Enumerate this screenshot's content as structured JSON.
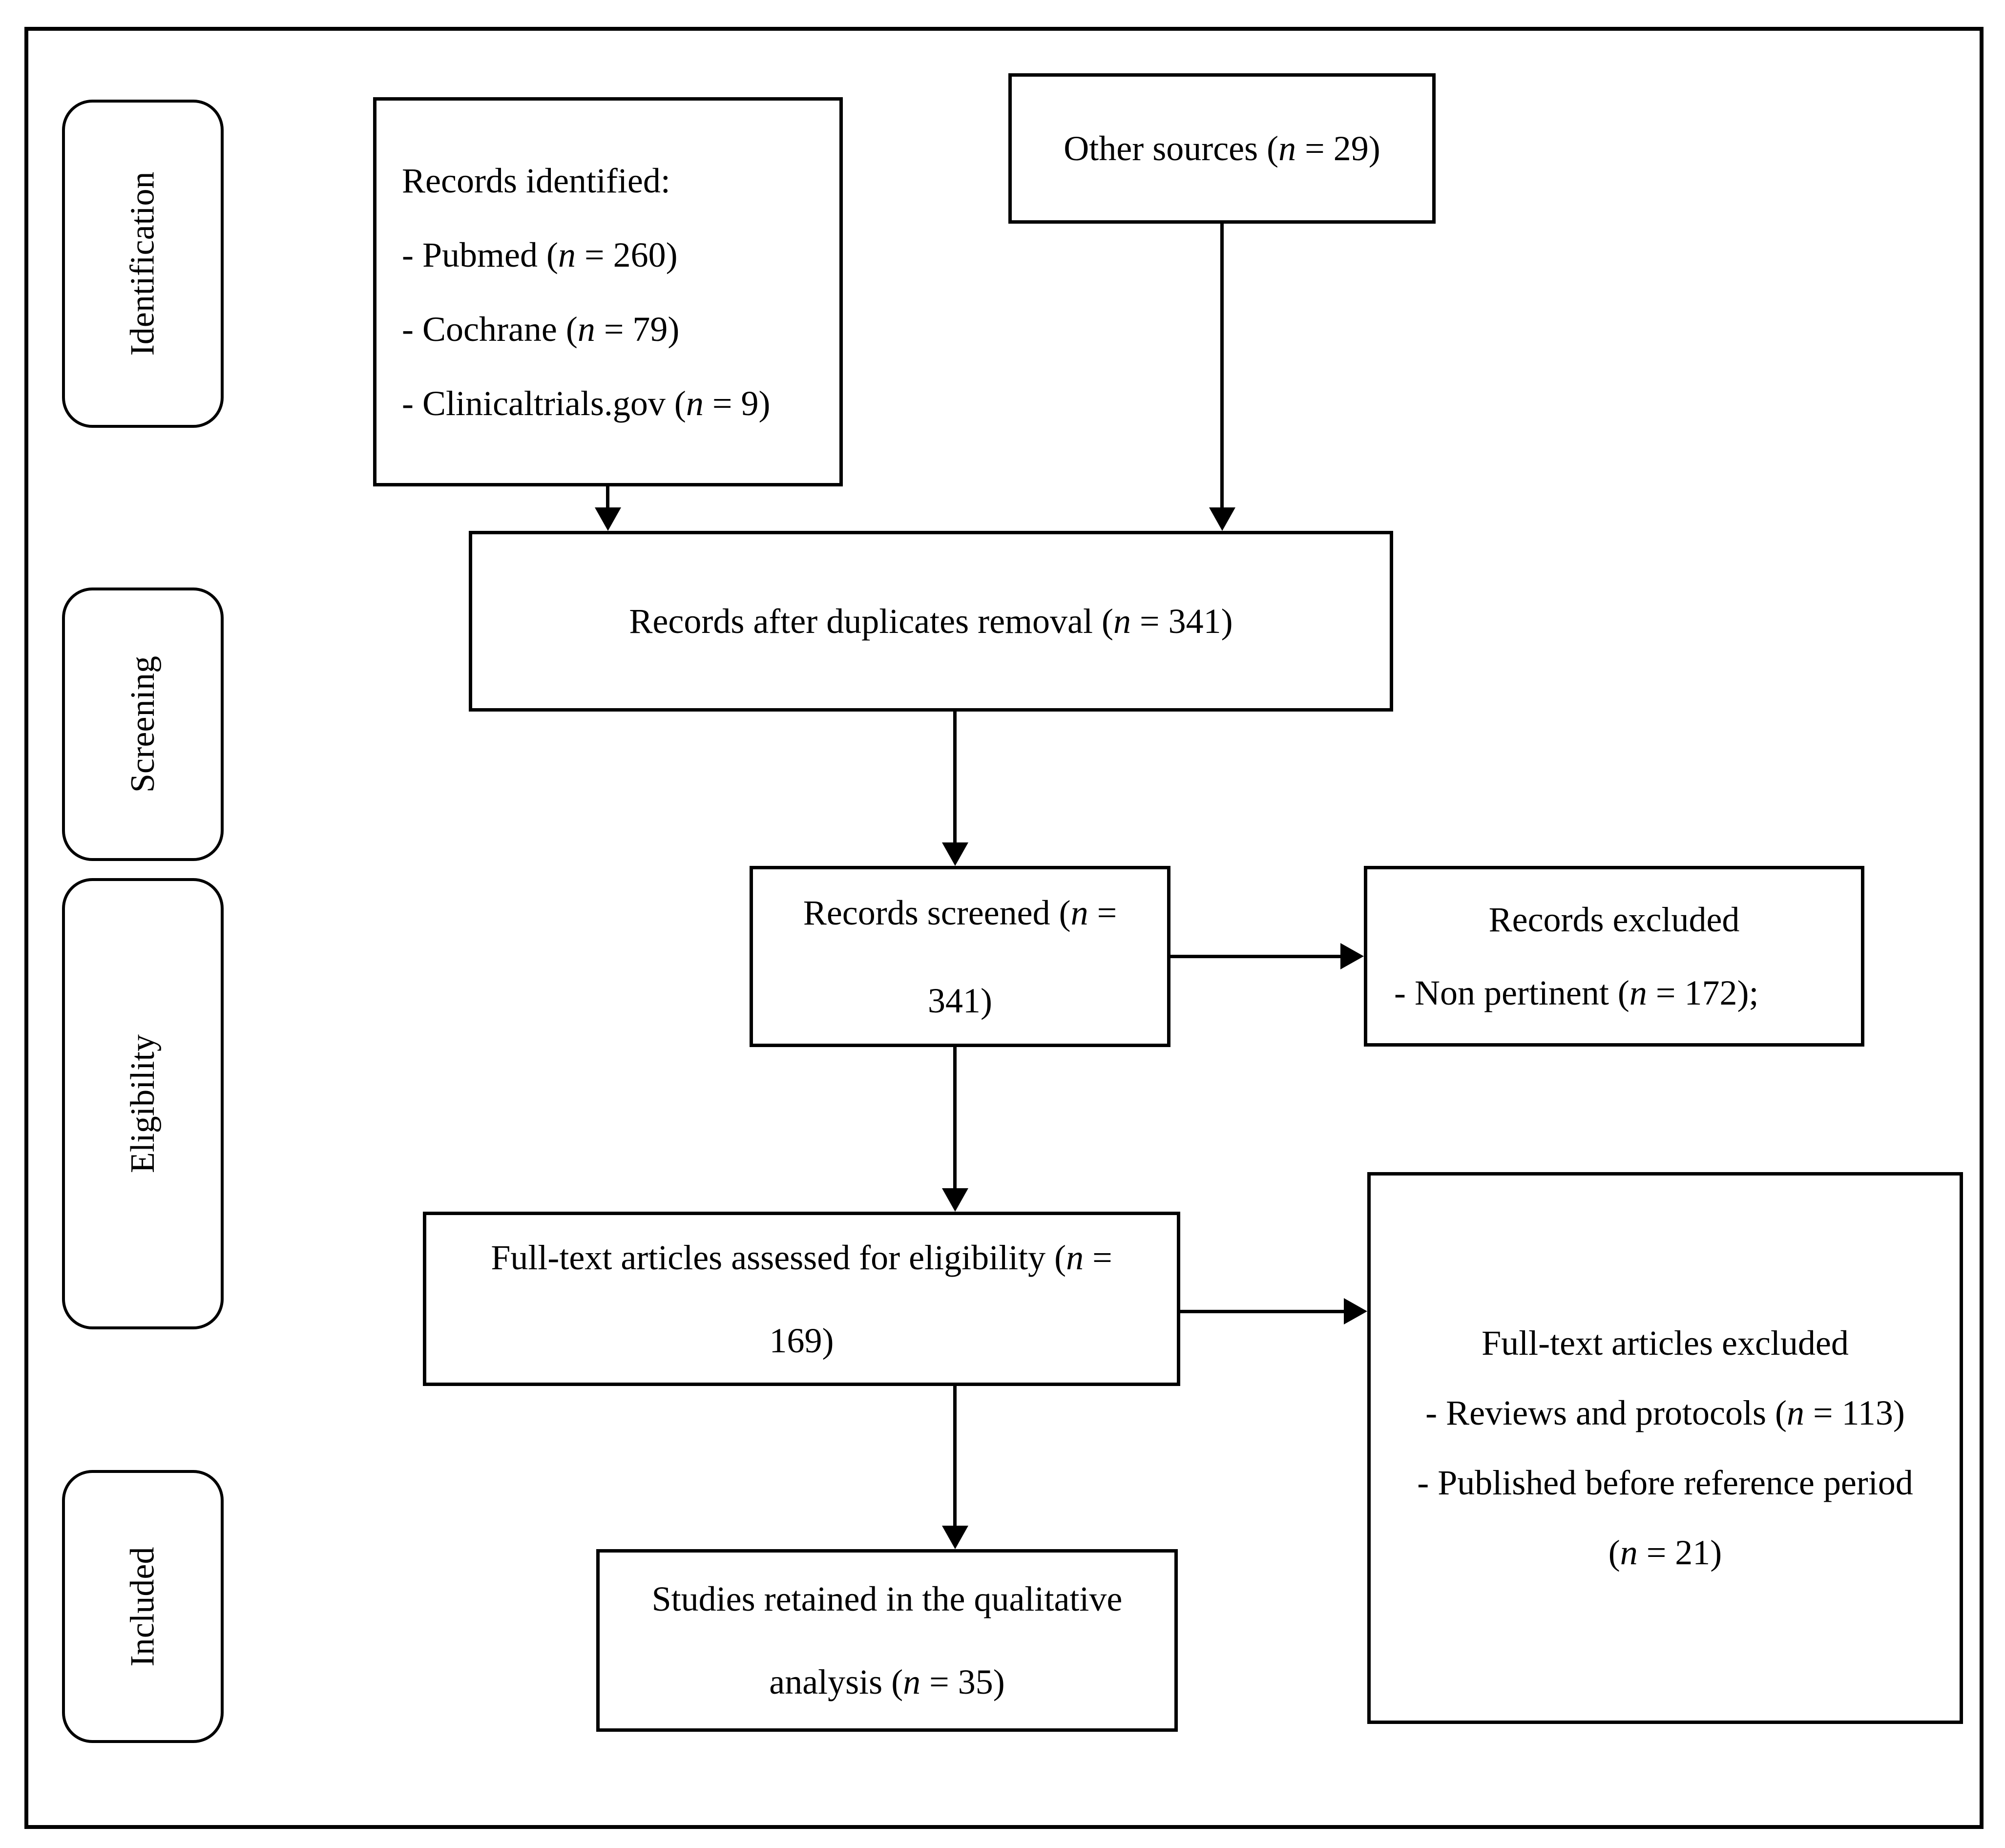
{
  "diagram": {
    "stages": [
      {
        "label": "Identification"
      },
      {
        "label": "Screening"
      },
      {
        "label": "Eligibility"
      },
      {
        "label": "Included"
      }
    ],
    "boxes": {
      "records_identified": {
        "lines": [
          "Records identified:",
          "- Pubmed (n = 260)",
          "- Cochrane (n = 79)",
          "- Clinicaltrials.gov (n = 9)"
        ]
      },
      "other_sources": {
        "text": "Other sources (n = 29)"
      },
      "duplicates_removed": {
        "text": "Records after duplicates removal (n = 341)"
      },
      "records_screened": {
        "lines": [
          "Records screened (n =",
          "341)"
        ]
      },
      "records_excluded": {
        "title": "Records excluded",
        "detail": "- Non pertinent (n = 172);"
      },
      "fulltext_assessed": {
        "lines": [
          "Full-text articles assessed for eligibility (n =",
          "169)"
        ]
      },
      "fulltext_excluded": {
        "lines": [
          "Full-text articles excluded",
          "- Reviews and protocols (n = 113)",
          "- Published before reference period",
          "(n = 21)"
        ]
      },
      "studies_retained": {
        "lines": [
          "Studies retained in the qualitative",
          "analysis (n = 35)"
        ]
      }
    },
    "counts": {
      "pubmed": 260,
      "cochrane": 79,
      "clinicaltrials_gov": 9,
      "other_sources": 29,
      "after_duplicates_removal": 341,
      "screened": 341,
      "excluded_non_pertinent": 172,
      "fulltext_assessed": 169,
      "excluded_reviews_protocols": 113,
      "excluded_before_reference_period": 21,
      "retained_qualitative_analysis": 35
    }
  },
  "colors": {
    "ink": "#000000",
    "background": "#ffffff"
  }
}
